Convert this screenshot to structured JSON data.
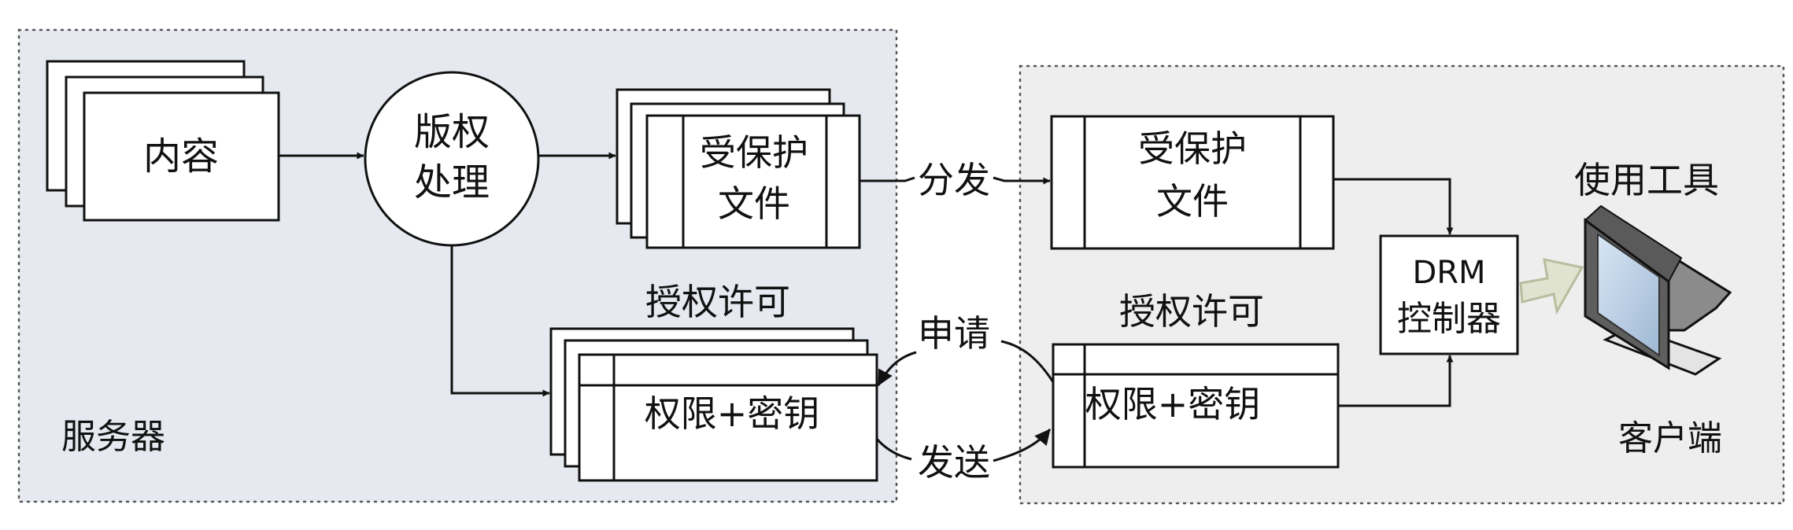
{
  "zones": {
    "server": {
      "label": "服务器",
      "fill": "#e6eaf0"
    },
    "client": {
      "label": "客户端",
      "fill": "#eeeeee"
    }
  },
  "nodes": {
    "content": "内容",
    "copyright_processing": [
      "版权",
      "处理"
    ],
    "protected_file_server": [
      "受保护",
      "文件"
    ],
    "license_server_title": "授权许可",
    "license_server_body": "权限+密钥",
    "protected_file_client": [
      "受保护",
      "文件"
    ],
    "license_client_title": "授权许可",
    "license_client_body": "权限+密钥",
    "drm_controller": [
      "DRM",
      "控制器"
    ],
    "usage_tool": "使用工具"
  },
  "edges": {
    "distribute": "分发",
    "request": "申请",
    "send": "发送"
  },
  "icons": {
    "monitor": "computer-monitor-icon",
    "output_arrow": "block-arrow-icon"
  },
  "colors": {
    "arrow_fill": "#dfe3cf",
    "arrow_stroke": "#b9bd9e",
    "screen_light": "#d8e6f4",
    "screen_dark": "#9fb8d4"
  }
}
